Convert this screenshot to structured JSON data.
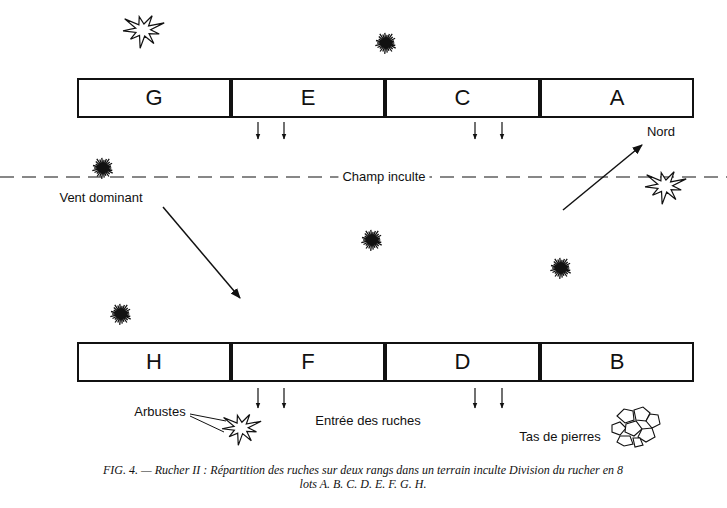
{
  "diagram": {
    "caption": "FIG. 4. — Rucher II : Répartition des ruches sur deux rangs dans un terrain inculte Division du rucher en 8 lots A. B. C. D. E. F. G. H.",
    "nodes": [
      {
        "text": [
          "G"
        ]
      },
      {
        "text": [
          "E"
        ]
      },
      {
        "text": [
          "C"
        ]
      },
      {
        "text": [
          "A"
        ]
      },
      {
        "text": [
          "H"
        ]
      },
      {
        "text": [
          "F"
        ]
      },
      {
        "text": [
          "D"
        ]
      },
      {
        "text": [
          "B"
        ]
      }
    ],
    "labels": [
      "Nord",
      "Champ inculte",
      "Vent dominant",
      "Arbustes",
      "Entrée des ruches",
      "Tas de pierres"
    ]
  }
}
